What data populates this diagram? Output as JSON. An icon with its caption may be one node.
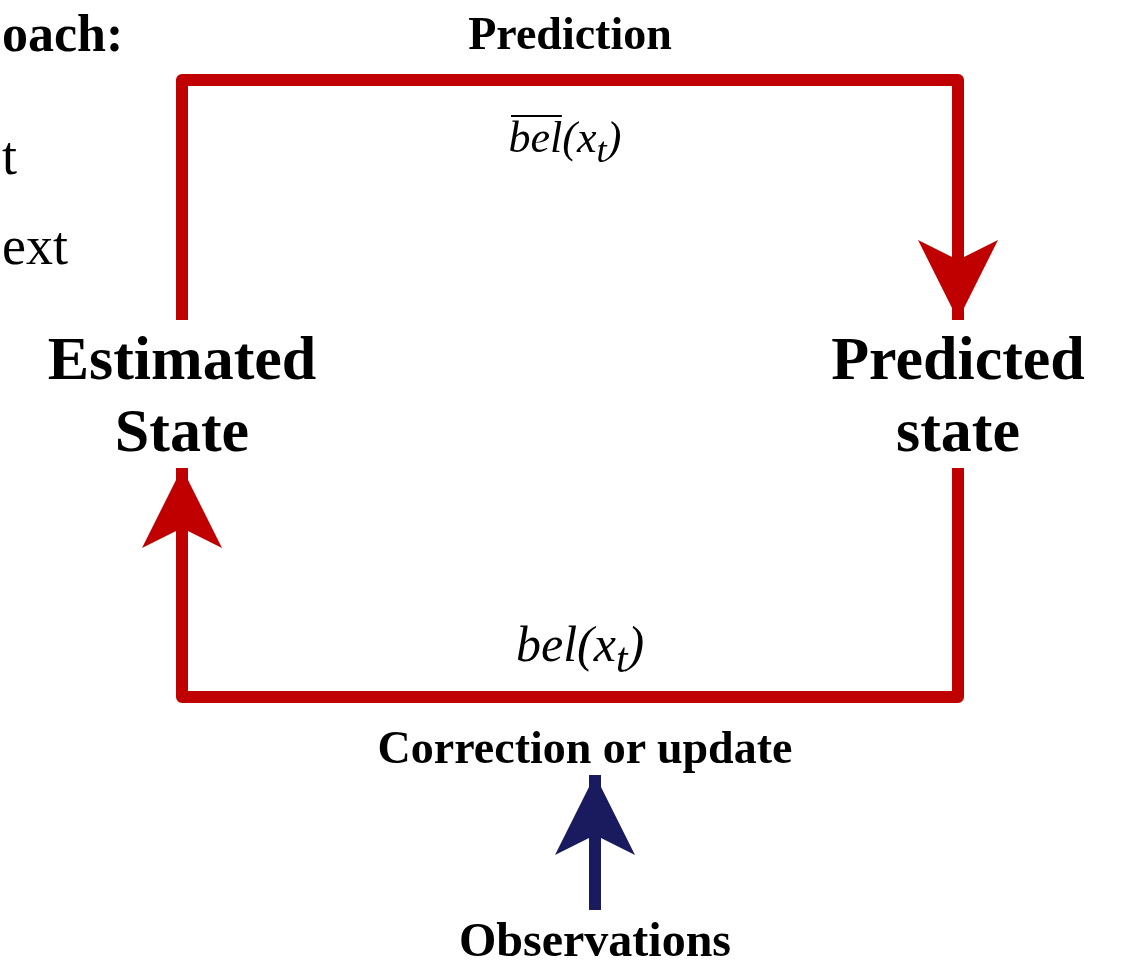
{
  "diagram": {
    "nodes": [
      {
        "text": [
          "Estimated State"
        ]
      },
      {
        "text": [
          "Predicted state"
        ]
      },
      {
        "text": [
          "Observations"
        ]
      }
    ],
    "edges": [
      {
        "from": 0,
        "to": 1,
        "arrow": "to",
        "label": "Prediction"
      },
      {
        "from": 1,
        "to": 0,
        "arrow": "to",
        "label": "Correction or update"
      },
      {
        "from": 2,
        "to": null,
        "arrow": "to",
        "color": "#1a1a5e"
      }
    ],
    "labels": [
      "oach:",
      "t",
      "ext",
      "bel(x$_{t}$)",
      "bel(x$_{t}$)"
    ]
  }
}
